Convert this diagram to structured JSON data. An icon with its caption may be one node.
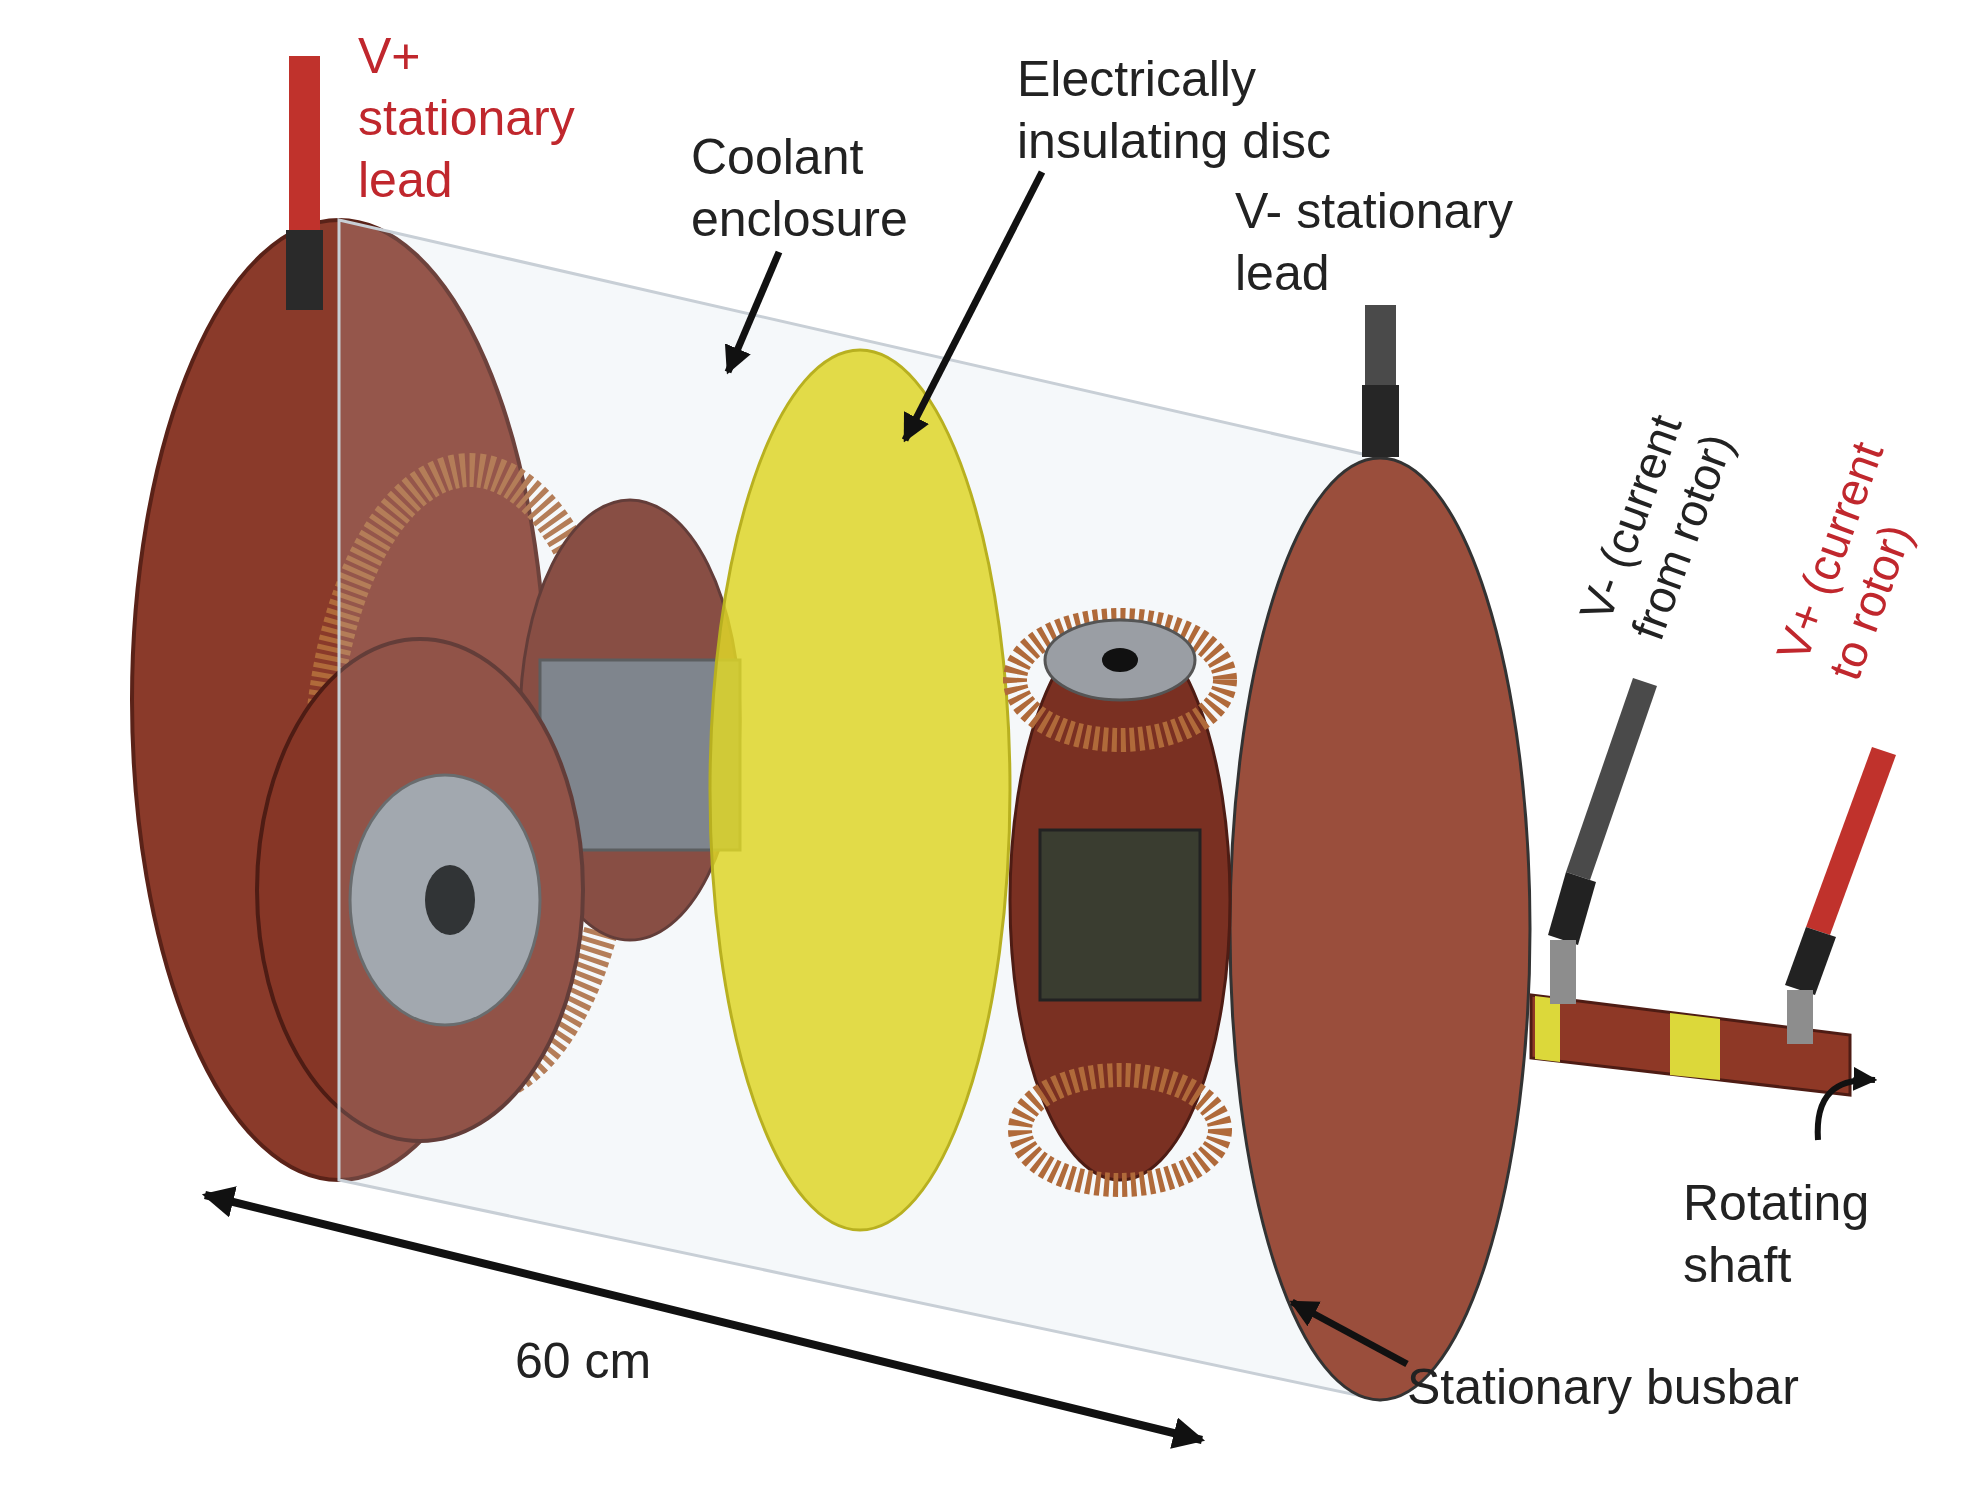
{
  "diagram": {
    "nodes": [
      {
        "text": [
          "Coolant enclosure"
        ]
      },
      {
        "text": [
          "Electrically insulating disc"
        ]
      },
      {
        "text": [],
        "shape": "cylinder"
      },
      {
        "text": [],
        "shape": "circle",
        "in": 2
      },
      {
        "text": [],
        "shape": "circle"
      },
      {
        "text": [
          "Stationary busbar"
        ]
      }
    ],
    "edges": [
      {
        "from": 0,
        "to": 2,
        "arrow": "to"
      },
      {
        "from": 1,
        "to": 3,
        "arrow": "to"
      },
      {
        "from": 5,
        "to": 4,
        "arrow": "to"
      }
    ],
    "labels": [
      "V+ stationary lead",
      "V- stationary lead",
      "V- (current from rotor)",
      "V+ (current to rotor)",
      "Rotating shaft",
      "60 cm"
    ]
  }
}
